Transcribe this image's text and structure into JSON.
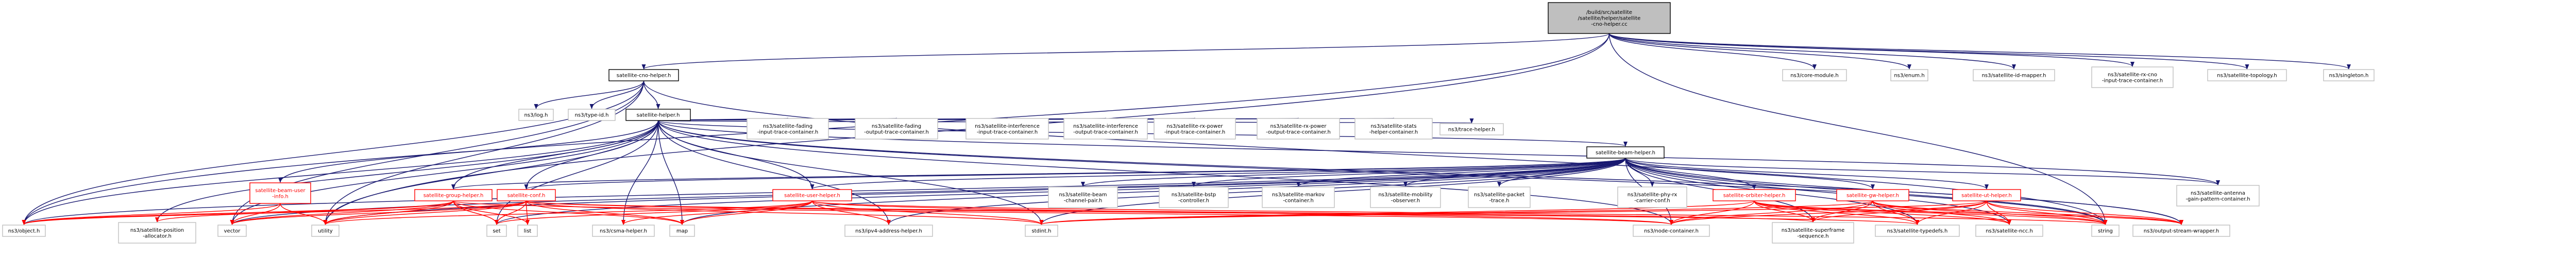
{
  "colors": {
    "edge_blue": "#191970",
    "edge_red": "#ff0000",
    "root_fill": "#bfbfbf",
    "text": "#000000",
    "text_red": "#ff0000",
    "node_border": "#000000",
    "node_border_red": "#ff0000",
    "node_border_gray": "#bfbfbf",
    "node_fill": "#ffffff"
  },
  "nodes": [
    {
      "id": "root",
      "lines": [
        "/build/src/satellite",
        "/satellite/helper/satellite",
        "-cno-helper.cc"
      ],
      "style": "root"
    },
    {
      "id": "cno_helper_h",
      "lines": [
        "satellite-cno-helper.h"
      ],
      "style": "normal"
    },
    {
      "id": "core_module",
      "lines": [
        "ns3/core-module.h"
      ],
      "style": "gray"
    },
    {
      "id": "enum",
      "lines": [
        "ns3/enum.h"
      ],
      "style": "gray"
    },
    {
      "id": "id_mapper",
      "lines": [
        "ns3/satellite-id-mapper.h"
      ],
      "style": "gray"
    },
    {
      "id": "rx_cno_input",
      "lines": [
        "ns3/satellite-rx-cno",
        "-input-trace-container.h"
      ],
      "style": "gray"
    },
    {
      "id": "topology",
      "lines": [
        "ns3/satellite-topology.h"
      ],
      "style": "gray"
    },
    {
      "id": "singleton",
      "lines": [
        "ns3/singleton.h"
      ],
      "style": "gray"
    },
    {
      "id": "log",
      "lines": [
        "ns3/log.h"
      ],
      "style": "gray"
    },
    {
      "id": "type_id",
      "lines": [
        "ns3/type-id.h"
      ],
      "style": "gray"
    },
    {
      "id": "sat_helper",
      "lines": [
        "satellite-helper.h"
      ],
      "style": "normal"
    },
    {
      "id": "fading_input",
      "lines": [
        "ns3/satellite-fading",
        "-input-trace-container.h"
      ],
      "style": "gray"
    },
    {
      "id": "fading_output",
      "lines": [
        "ns3/satellite-fading",
        "-output-trace-container.h"
      ],
      "style": "gray"
    },
    {
      "id": "interf_input",
      "lines": [
        "ns3/satellite-interference",
        "-input-trace-container.h"
      ],
      "style": "gray"
    },
    {
      "id": "interf_output",
      "lines": [
        "ns3/satellite-interference",
        "-output-trace-container.h"
      ],
      "style": "gray"
    },
    {
      "id": "rxpow_input",
      "lines": [
        "ns3/satellite-rx-power",
        "-input-trace-container.h"
      ],
      "style": "gray"
    },
    {
      "id": "rxpow_output",
      "lines": [
        "ns3/satellite-rx-power",
        "-output-trace-container.h"
      ],
      "style": "gray"
    },
    {
      "id": "stats_helper",
      "lines": [
        "ns3/satellite-stats",
        "-helper-container.h"
      ],
      "style": "gray"
    },
    {
      "id": "trace_helper",
      "lines": [
        "ns3/trace-helper.h"
      ],
      "style": "gray"
    },
    {
      "id": "beam_helper",
      "lines": [
        "satellite-beam-helper.h"
      ],
      "style": "normal"
    },
    {
      "id": "beam_user_info",
      "lines": [
        "satellite-beam-user",
        "-info.h"
      ],
      "style": "red"
    },
    {
      "id": "group_helper",
      "lines": [
        "satellite-group-helper.h"
      ],
      "style": "red"
    },
    {
      "id": "conf_h",
      "lines": [
        "satellite-conf.h"
      ],
      "style": "red"
    },
    {
      "id": "user_helper",
      "lines": [
        "satellite-user-helper.h"
      ],
      "style": "red"
    },
    {
      "id": "beam_channel_pair",
      "lines": [
        "ns3/satellite-beam",
        "-channel-pair.h"
      ],
      "style": "gray"
    },
    {
      "id": "bstp_controller",
      "lines": [
        "ns3/satellite-bstp",
        "-controller.h"
      ],
      "style": "gray"
    },
    {
      "id": "markov_container",
      "lines": [
        "ns3/satellite-markov",
        "-container.h"
      ],
      "style": "gray"
    },
    {
      "id": "mobility_observer",
      "lines": [
        "ns3/satellite-mobility",
        "-observer.h"
      ],
      "style": "gray"
    },
    {
      "id": "packet_trace",
      "lines": [
        "ns3/satellite-packet",
        "-trace.h"
      ],
      "style": "gray"
    },
    {
      "id": "phy_rx_carrier",
      "lines": [
        "ns3/satellite-phy-rx",
        "-carrier-conf.h"
      ],
      "style": "gray"
    },
    {
      "id": "orbiter_helper",
      "lines": [
        "satellite-orbiter-helper.h"
      ],
      "style": "red"
    },
    {
      "id": "gw_helper",
      "lines": [
        "satellite-gw-helper.h"
      ],
      "style": "red"
    },
    {
      "id": "ut_helper",
      "lines": [
        "satellite-ut-helper.h"
      ],
      "style": "red"
    },
    {
      "id": "antenna_gain",
      "lines": [
        "ns3/satellite-antenna",
        "-gain-pattern-container.h"
      ],
      "style": "gray"
    },
    {
      "id": "object_h",
      "lines": [
        "ns3/object.h"
      ],
      "style": "gray"
    },
    {
      "id": "position_alloc",
      "lines": [
        "ns3/satellite-position",
        "-allocator.h"
      ],
      "style": "gray"
    },
    {
      "id": "vector",
      "lines": [
        "vector"
      ],
      "style": "gray"
    },
    {
      "id": "utility",
      "lines": [
        "utility"
      ],
      "style": "gray"
    },
    {
      "id": "set",
      "lines": [
        "set"
      ],
      "style": "gray"
    },
    {
      "id": "list",
      "lines": [
        "list"
      ],
      "style": "gray"
    },
    {
      "id": "csma_helper",
      "lines": [
        "ns3/csma-helper.h"
      ],
      "style": "gray"
    },
    {
      "id": "map",
      "lines": [
        "map"
      ],
      "style": "gray"
    },
    {
      "id": "ipv4_addr",
      "lines": [
        "ns3/ipv4-address-helper.h"
      ],
      "style": "gray"
    },
    {
      "id": "stdint",
      "lines": [
        "stdint.h"
      ],
      "style": "gray"
    },
    {
      "id": "node_container",
      "lines": [
        "ns3/node-container.h"
      ],
      "style": "gray"
    },
    {
      "id": "superframe_seq",
      "lines": [
        "ns3/satellite-superframe",
        "-sequence.h"
      ],
      "style": "gray"
    },
    {
      "id": "typedefs",
      "lines": [
        "ns3/satellite-typedefs.h"
      ],
      "style": "gray"
    },
    {
      "id": "ncc",
      "lines": [
        "ns3/satellite-ncc.h"
      ],
      "style": "gray"
    },
    {
      "id": "string",
      "lines": [
        "string"
      ],
      "style": "gray"
    },
    {
      "id": "output_stream",
      "lines": [
        "ns3/output-stream-wrapper.h"
      ],
      "style": "gray"
    }
  ]
}
